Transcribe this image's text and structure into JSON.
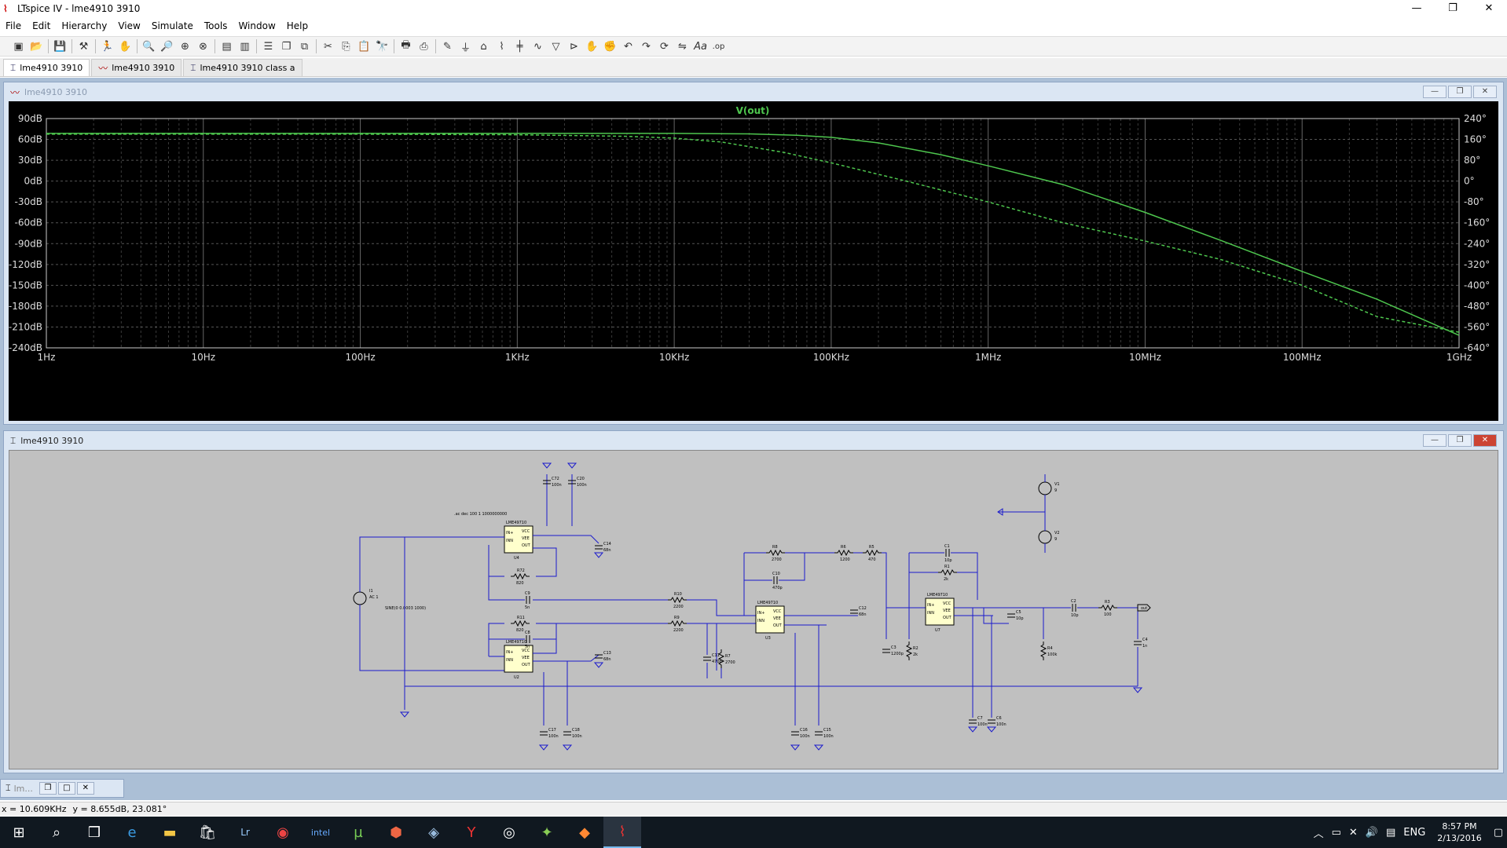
{
  "window": {
    "title": "LTspice IV - lme4910 3910",
    "minimize": "—",
    "maximize": "❐",
    "close": "✕"
  },
  "menu": [
    "File",
    "Edit",
    "Hierarchy",
    "View",
    "Simulate",
    "Tools",
    "Window",
    "Help"
  ],
  "toolbar_icons": [
    "new-schematic-icon",
    "open-icon",
    "save-icon",
    "control-panel-icon",
    "run-icon",
    "halt-icon",
    "zoom-in-icon",
    "zoom-out-icon",
    "zoom-fit-icon",
    "zoom-cancel-icon",
    "autorange-icon",
    "pane-icon",
    "tile-icon",
    "cascade-icon",
    "cut-icon",
    "copy-icon",
    "paste-icon",
    "find-icon",
    "print-icon",
    "print-setup-icon",
    "wire-icon",
    "ground-icon",
    "label-icon",
    "resistor-icon",
    "capacitor-icon",
    "inductor-icon",
    "diode-icon",
    "component-icon",
    "move-icon",
    "drag-icon",
    "undo-icon",
    "redo-icon",
    "rotate-icon",
    "mirror-icon",
    "text-icon",
    "spice-directive-icon"
  ],
  "tabs": [
    {
      "label": "lme4910 3910",
      "icon": "schematic-icon",
      "active": true
    },
    {
      "label": "lme4910 3910",
      "icon": "waveform-icon",
      "active": false
    },
    {
      "label": "lme4910 3910 class a",
      "icon": "schematic-icon",
      "active": false
    }
  ],
  "plot_window": {
    "title": "lme4910 3910",
    "trace_label": "V(out)",
    "trace_color": "#4ec64e"
  },
  "chart_data": {
    "type": "line",
    "title": "V(out)",
    "x_scale": "log",
    "xlim": [
      1,
      1000000000
    ],
    "x_ticks": [
      "1Hz",
      "10Hz",
      "100Hz",
      "1KHz",
      "10KHz",
      "100KHz",
      "1MHz",
      "10MHz",
      "100MHz",
      "1GHz"
    ],
    "y_ticks_left": [
      "90dB",
      "60dB",
      "30dB",
      "0dB",
      "-30dB",
      "-60dB",
      "-90dB",
      "-120dB",
      "-150dB",
      "-180dB",
      "-210dB",
      "-240dB"
    ],
    "ylim_left": [
      -240,
      90
    ],
    "y_ticks_right": [
      "240°",
      "160°",
      "80°",
      "0°",
      "-80°",
      "-160°",
      "-240°",
      "-320°",
      "-400°",
      "-480°",
      "-560°",
      "-640°"
    ],
    "ylim_right": [
      -640,
      240
    ],
    "grid": true,
    "series": [
      {
        "name": "V(out)",
        "style": "solid",
        "axis": "left",
        "x": [
          1,
          100,
          10000,
          30000,
          60000,
          100000,
          200000,
          500000,
          1000000,
          3000000,
          10000000,
          30000000,
          100000000,
          300000000,
          1000000000
        ],
        "y": [
          68.6,
          68.6,
          68.6,
          68,
          66,
          63,
          55,
          38,
          22,
          -5,
          -45,
          -85,
          -130,
          -170,
          -222
        ]
      },
      {
        "name": "",
        "style": "dashed",
        "axis": "right",
        "x": [
          1,
          100,
          1000,
          5000,
          10000,
          20000,
          50000,
          100000,
          300000,
          1000000,
          3000000,
          10000000,
          30000000,
          100000000,
          300000000,
          1000000000
        ],
        "y": [
          180,
          180,
          178,
          172,
          165,
          150,
          110,
          70,
          0,
          -80,
          -160,
          -230,
          -300,
          -400,
          -520,
          -580
        ]
      }
    ]
  },
  "schematic_window": {
    "title": "lme4910 3910"
  },
  "schematic": {
    "directive": ".ac dec 100 1 1000000000",
    "source_label": "AC 1",
    "source_params": "SINE(0 0.0003 1000)",
    "ic_labels": [
      "LME49710",
      "LME49710",
      "LME49710",
      "LME49710"
    ],
    "ic_refs": [
      "U4",
      "U2",
      "U3",
      "U7"
    ],
    "pins": [
      "IN+",
      "INN",
      "OUT",
      "VCC",
      "VEE"
    ],
    "parts": [
      "C72",
      "C20",
      "C14",
      "R72",
      "C9",
      "R10",
      "R11",
      "C8",
      "C13",
      "R9",
      "R8",
      "R6",
      "R5",
      "C10",
      "C12",
      "C11",
      "R7",
      "C3",
      "R2",
      "R1",
      "C1",
      "C5",
      "C2",
      "R3",
      "R4",
      "C4",
      "C17",
      "C18",
      "C16",
      "C15",
      "C7",
      "C6",
      "V1",
      "V2"
    ],
    "values": [
      "100n",
      "100n",
      "68n",
      "820",
      "5n",
      "2200",
      "820",
      "5n",
      "68n",
      "2200",
      "2700",
      "1200",
      "470",
      "470p",
      "68n",
      "470p",
      "2700",
      "1200p",
      "2k",
      "2k",
      "10p",
      "10p",
      "10p",
      "100",
      "100k",
      "1n",
      "100n",
      "100n",
      "100n",
      "100n",
      "100n",
      "100n",
      "9",
      "9"
    ],
    "net_out": "out"
  },
  "minimized_window": {
    "label": "lm..."
  },
  "status": {
    "x_readout": "x = 10.609KHz",
    "y_readout": "y = 8.655dB, 23.081°"
  },
  "taskbar": {
    "icons": [
      "windows-start-icon",
      "search-icon",
      "task-view-icon",
      "edge-icon",
      "file-explorer-icon",
      "store-icon",
      "lightroom-icon",
      "chrome-icon",
      "intel-icon",
      "utorrent-icon",
      "app-icon",
      "app2-icon",
      "yandex-icon",
      "media-icon",
      "app3-icon",
      "app4-icon",
      "ltspice-icon"
    ],
    "tray_language": "ENG",
    "time": "8:57 PM",
    "date": "2/13/2016"
  }
}
